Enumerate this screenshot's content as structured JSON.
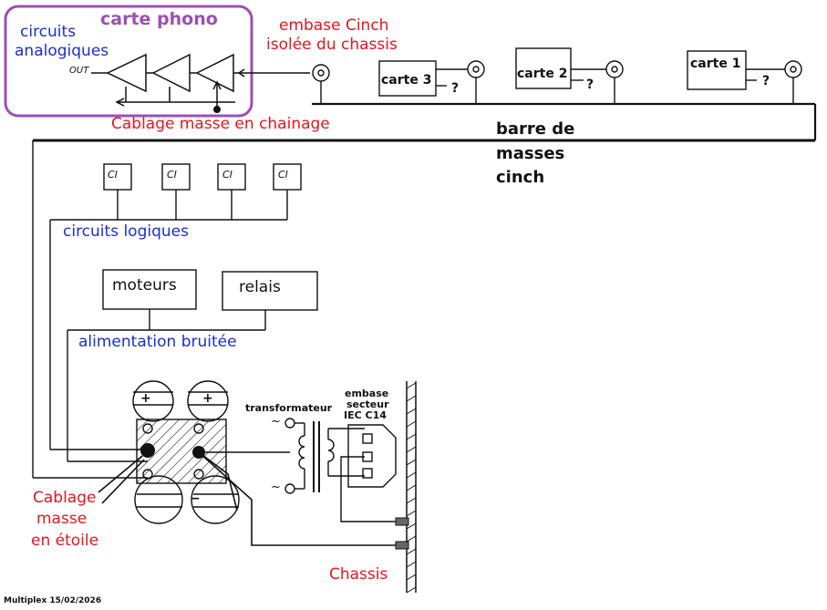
{
  "labels": {
    "carte_phono": "carte phono",
    "circuits_analogiques_1": "circuits",
    "circuits_analogiques_2": "analogiques",
    "out": "OUT",
    "embase_cinch_1": "embase Cinch",
    "embase_cinch_2": "isolée du chassis",
    "carte_3": "carte 3",
    "carte_2": "carte 2",
    "carte_1": "carte 1",
    "question": "?",
    "cablage_chainage": "Cablage masse en chainage",
    "barre_1": "barre de",
    "barre_2": "masses",
    "barre_3": "cinch",
    "ci": "CI",
    "circuits_logiques": "circuits logiques",
    "moteurs": "moteurs",
    "relais": "relais",
    "alimentation": "alimentation bruitée",
    "transformateur": "transformateur",
    "embase_secteur_1": "embase",
    "embase_secteur_2": "secteur",
    "embase_secteur_3": "IEC C14",
    "plus_left": "+",
    "plus_right": "+",
    "minus": "−",
    "ac_symbol": "~",
    "cablage_etoile_1": "Cablage",
    "cablage_etoile_2": "masse",
    "cablage_etoile_3": "en étoile",
    "chassis": "Chassis",
    "footer": "Multiplex 15/02/2026"
  },
  "colors": {
    "line": "#111111",
    "red": "#e8141c",
    "blue": "#1a2fd6",
    "purple": "#9b4fb5"
  }
}
